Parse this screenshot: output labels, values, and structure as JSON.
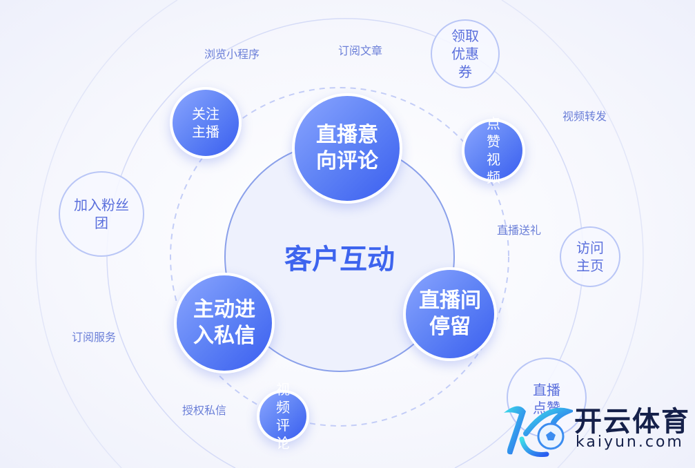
{
  "center": "客户互动",
  "primary": [
    "直播意向评论",
    "主动进入私信",
    "直播间停留"
  ],
  "secondary": [
    "关注主播",
    "点赞视频",
    "视频评论"
  ],
  "outline": [
    "领取优惠券",
    "加入粉丝团",
    "访问主页",
    "直播点赞"
  ],
  "labels": [
    "浏览小程序",
    "订阅文章",
    "视频转发",
    "直播送礼",
    "订阅服务",
    "授权私信"
  ],
  "logo": {
    "cn": "开云体育",
    "en": "kaiyun.com"
  },
  "colors": {
    "accent": "#3d64ee",
    "outline": "#b9c6f6"
  }
}
